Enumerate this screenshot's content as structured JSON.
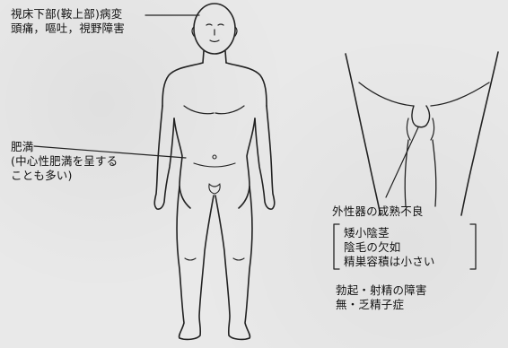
{
  "labels": {
    "hypothalamus": {
      "line1": "視床下部(鞍上部)病変",
      "line2": "頭痛，嘔吐，視野障害"
    },
    "obesity": {
      "line1": "肥満",
      "line2": "(中心性肥満を呈する",
      "line3": "ことも多い)"
    },
    "genital": {
      "title": "外性器の成熟不良",
      "items": [
        "矮小陰茎",
        "陰毛の欠如",
        "精巣容積は小さい"
      ],
      "footer1": "勃起・射精の障害",
      "footer2": "無・乏精子症"
    }
  }
}
